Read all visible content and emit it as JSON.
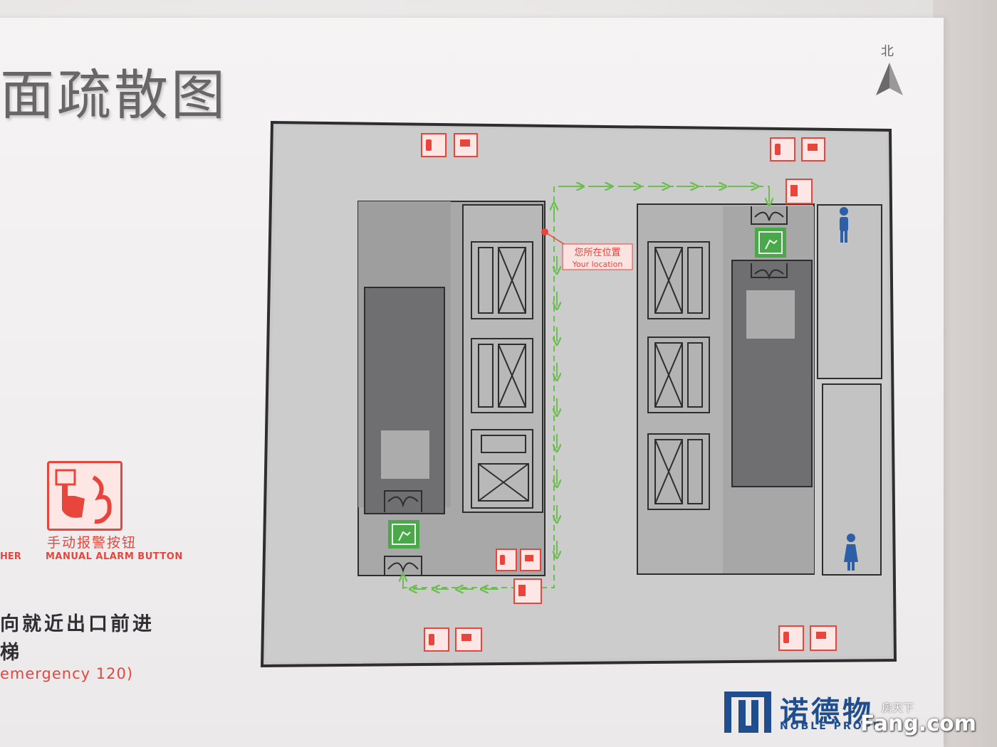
{
  "title": "面疏散图",
  "north_label": "北",
  "location_marker": {
    "cn": "您所在位置",
    "en": "Your location"
  },
  "legend": {
    "alarm_cn": "手动报警按钮",
    "alarm_en": "MANUAL ALARM BUTTON",
    "left_fragment": "HER"
  },
  "instructions": {
    "line1": "向就近出口前进",
    "line2": "梯",
    "line3": "emergency 120)"
  },
  "logo": {
    "cn": "诺德物",
    "en": "NOBLE PROPE"
  },
  "watermark": {
    "cn": "房天下",
    "text": "Fang.com"
  },
  "colors": {
    "exit_green": "#4aa84a",
    "alarm_red": "#e8453c",
    "route_green": "#6cbf4f",
    "board_frame": "#2e2e30",
    "toilet_blue": "#2c5fa8",
    "logo_blue": "#1f4e8f"
  },
  "icons": [
    "fire-extinguisher-icon",
    "alarm-button-icon",
    "exit-sign-icon",
    "person-icon",
    "compass-arrow-icon"
  ]
}
